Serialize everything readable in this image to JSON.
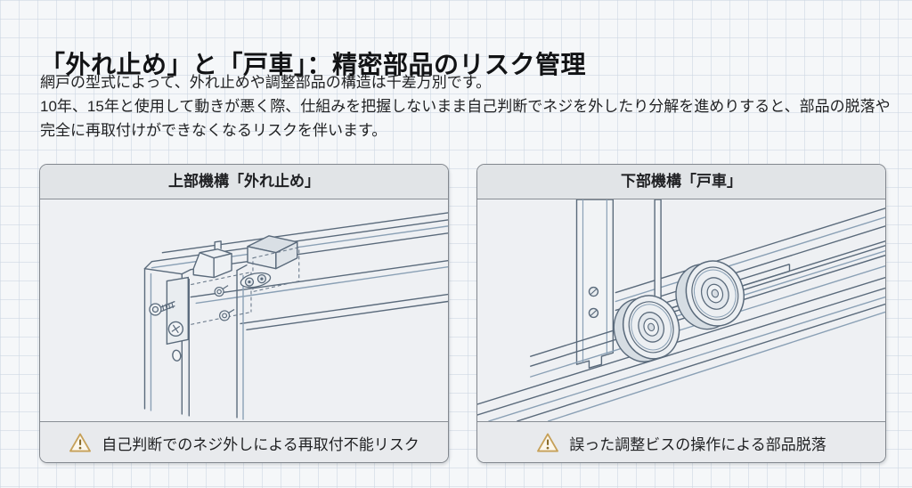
{
  "page": {
    "title": "「外れ止め」と「戸車」：精密部品のリスク管理",
    "paragraph_lines": [
      "網戸の型式によって、外れ止めや調整部品の構造は千差万別です。",
      "10年、15年と使用して動きが悪く際、仕組みを把握しないまま自己判断でネジを外したり分解を進めりすると、部品の脱落や",
      "完全に再取付けができなくなるリスクを伴います。"
    ]
  },
  "panels": [
    {
      "header": "上部機構「外れ止め」",
      "caption": "自己判断でのネジ外しによる再取付不能リスク",
      "illustration": "stopper-mechanism-line-drawing"
    },
    {
      "header": "下部機構「戸車」",
      "caption": "誤った調整ビスの操作による部品脱落",
      "illustration": "roller-mechanism-line-drawing"
    }
  ],
  "colors": {
    "warning_triangle": "#c6a058",
    "warning_mark": "#8a6b28",
    "drawing_line": "#5a6a7b",
    "drawing_line_light": "#8aa0b5",
    "panel_border": "#83888f"
  }
}
